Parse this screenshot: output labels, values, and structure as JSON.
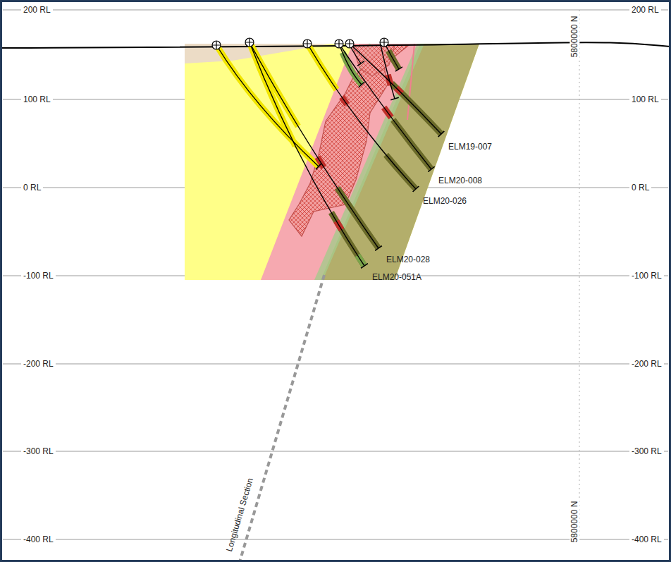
{
  "diagram": {
    "labels": [
      "200 RL",
      "200 RL",
      "100 RL",
      "100 RL",
      "0 RL",
      "0 RL",
      "-100 RL",
      "-100 RL",
      "-200 RL",
      "-200 RL",
      "-300 RL",
      "-300 RL",
      "-400 RL",
      "-400 RL",
      "5800000 N",
      "5800000 N",
      "ELM19-007",
      "ELM20-008",
      "ELM20-026",
      "ELM20-028",
      "ELM20-051A",
      "Longitudinal Section"
    ]
  }
}
